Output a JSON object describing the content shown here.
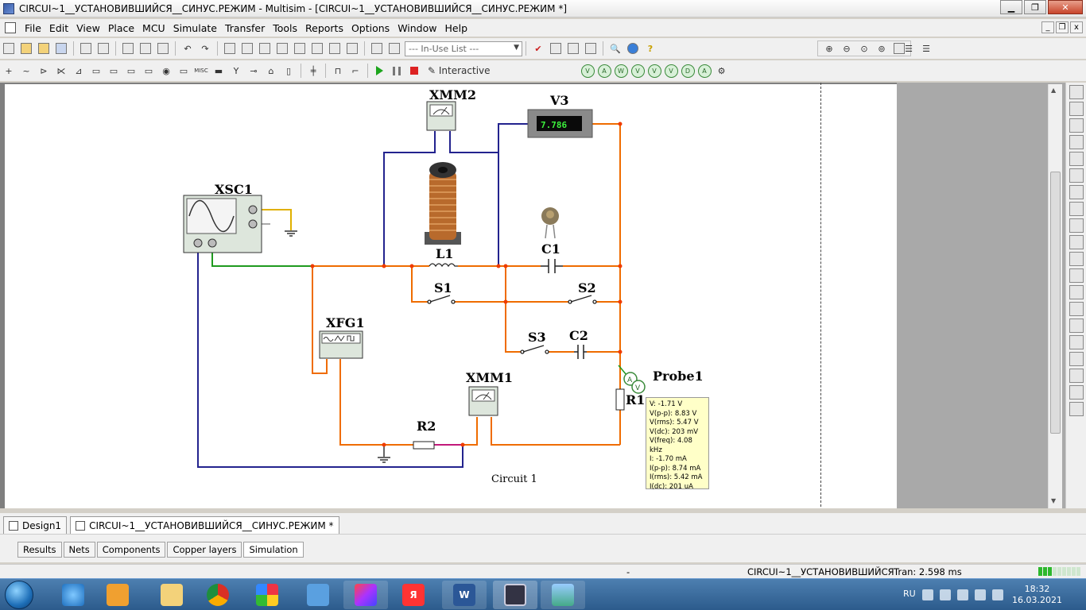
{
  "window": {
    "title": "CIRCUI~1__УСТАНОВИВШИЙСЯ__СИНУС.РЕЖИМ - Multisim - [CIRCUI~1__УСТАНОВИВШИЙСЯ__СИНУС.РЕЖИМ *]",
    "minimize": "▁",
    "restore": "❐",
    "close": "✕"
  },
  "menu": {
    "items": [
      "File",
      "Edit",
      "View",
      "Place",
      "MCU",
      "Simulate",
      "Transfer",
      "Tools",
      "Reports",
      "Options",
      "Window",
      "Help"
    ],
    "mdi_min": "_",
    "mdi_restore": "❐",
    "mdi_close": "x"
  },
  "toolbar": {
    "in_use_list": "--- In-Use List ---",
    "interactive": "Interactive"
  },
  "schematic": {
    "labels": {
      "xmm2": "XMM2",
      "v3": "V3",
      "v3_value": "7.786",
      "xsc1": "XSC1",
      "l1": "L1",
      "c1": "C1",
      "s1": "S1",
      "s2": "S2",
      "xfg1": "XFG1",
      "s3": "S3",
      "c2": "C2",
      "xmm1": "XMM1",
      "probe1": "Probe1",
      "r1": "R1",
      "r2": "R2",
      "circuit": "Circuit  1"
    },
    "probe": {
      "lines": [
        "V: -1.71 V",
        "V(p-p): 8.83 V",
        "V(rms): 5.47 V",
        "V(dc): 203 mV",
        "V(freq): 4.08 kHz",
        "I: -1.70 mA",
        "I(p-p): 8.74 mA",
        "I(rms): 5.42 mA",
        "I(dc): 201 uA"
      ]
    }
  },
  "tabs": {
    "design": "Design1",
    "circuit": "CIRCUI~1__УСТАНОВИВШИЙСЯ__СИНУС.РЕЖИМ *"
  },
  "results_tabs": [
    "Results",
    "Nets",
    "Components",
    "Copper layers",
    "Simulation"
  ],
  "status": {
    "dash": "-",
    "circuit": "CIRCUI~1__УСТАНОВИВШИЙСЯ",
    "tran": "Tran: 2.598 ms"
  },
  "taskbar": {
    "lang": "RU",
    "time": "18:32",
    "date": "16.03.2021"
  },
  "colors": {
    "wire_blue": "#23238e",
    "wire_orange": "#ef6c00",
    "wire_green": "#1f9a1f",
    "wire_yellow": "#e0b000",
    "wire_magenta": "#c2187a",
    "wire_red": "#e04020"
  }
}
